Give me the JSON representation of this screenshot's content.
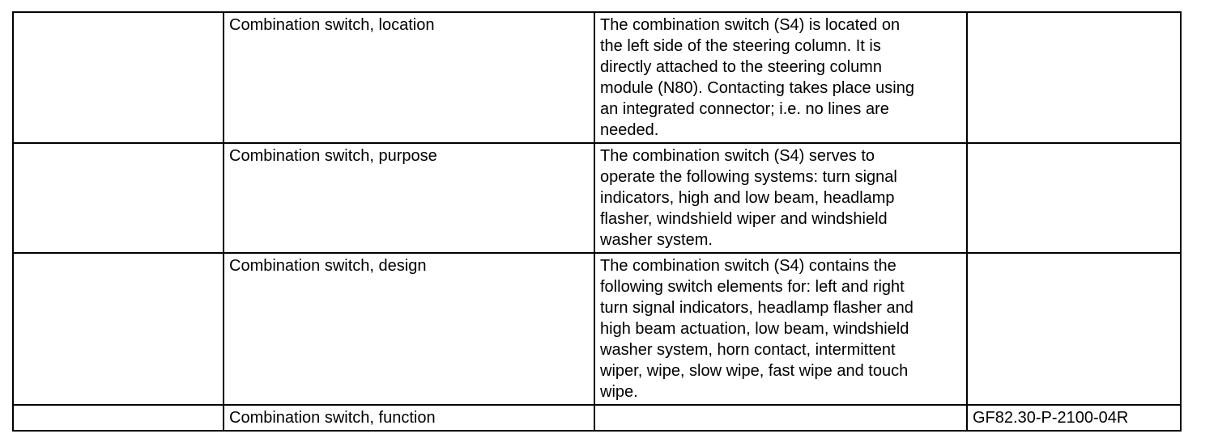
{
  "document": {
    "rows": [
      {
        "label": "Combination switch, location",
        "description": [
          "The combination switch (S4) is located on",
          "the left side of the steering column. It is",
          "directly attached to the steering column",
          "module (N80). Contacting takes place using",
          "an integrated connector; i.e. no lines are",
          "needed."
        ],
        "code": ""
      },
      {
        "label": "Combination switch, purpose",
        "description": [
          "The combination switch (S4) serves to",
          "operate the following systems: turn signal",
          "indicators, high and low beam, headlamp",
          "flasher, windshield wiper and windshield",
          "washer system."
        ],
        "code": ""
      },
      {
        "label": "Combination switch, design",
        "description": [
          "The combination switch (S4) contains the",
          "following switch elements for: left and right",
          "turn signal indicators, headlamp flasher and",
          "high beam actuation, low beam, windshield",
          "washer system, horn contact, intermittent",
          "wiper, wipe, slow wipe, fast wipe and touch",
          "wipe."
        ],
        "code": ""
      },
      {
        "label": "Combination switch, function",
        "description": [],
        "code": "GF82.30-P-2100-04R"
      }
    ],
    "colors": {
      "border": "#000000",
      "text": "#000000",
      "background": "#ffffff"
    }
  }
}
